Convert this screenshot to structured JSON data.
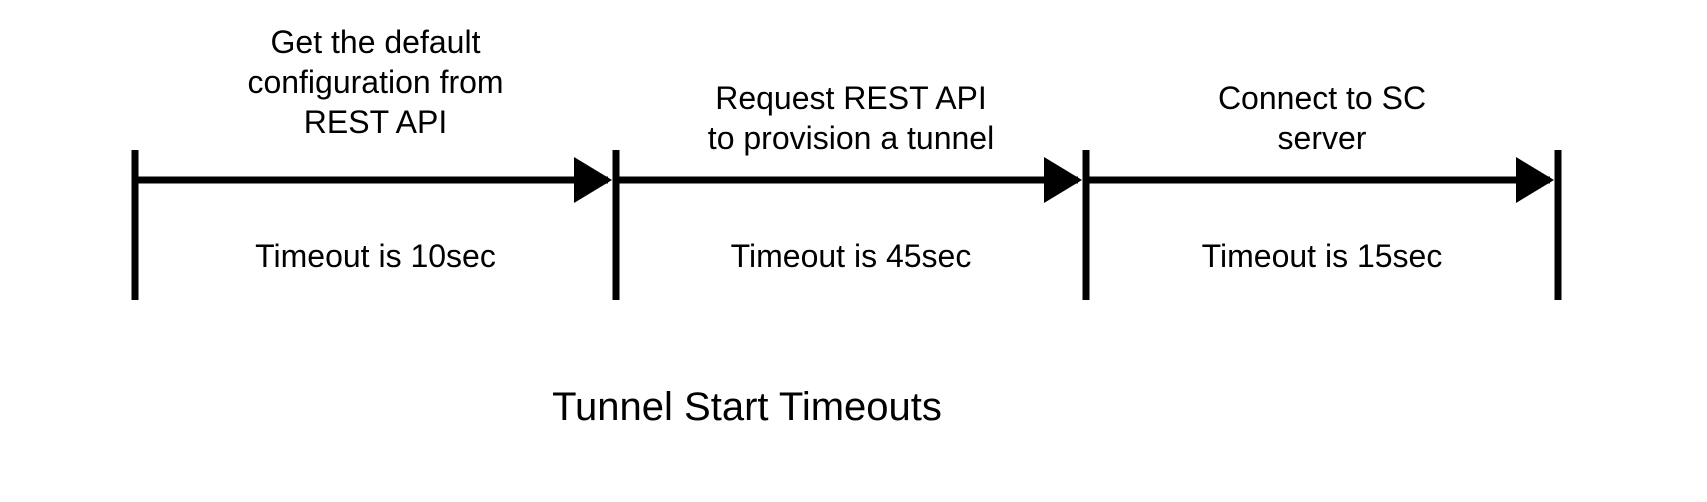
{
  "diagram": {
    "title": "Tunnel Start Timeouts",
    "colors": {
      "line": "#000000",
      "text": "#000000",
      "background": "#ffffff"
    },
    "segments": [
      {
        "label": "Get the default\nconfiguration from\nREST API",
        "timeout_label": "Timeout is 10sec",
        "timeout_seconds": 10
      },
      {
        "label": "Request REST API\nto provision a tunnel",
        "timeout_label": "Timeout is 45sec",
        "timeout_seconds": 45
      },
      {
        "label": "Connect to SC\nserver",
        "timeout_label": "Timeout is 15sec",
        "timeout_seconds": 15
      }
    ]
  }
}
